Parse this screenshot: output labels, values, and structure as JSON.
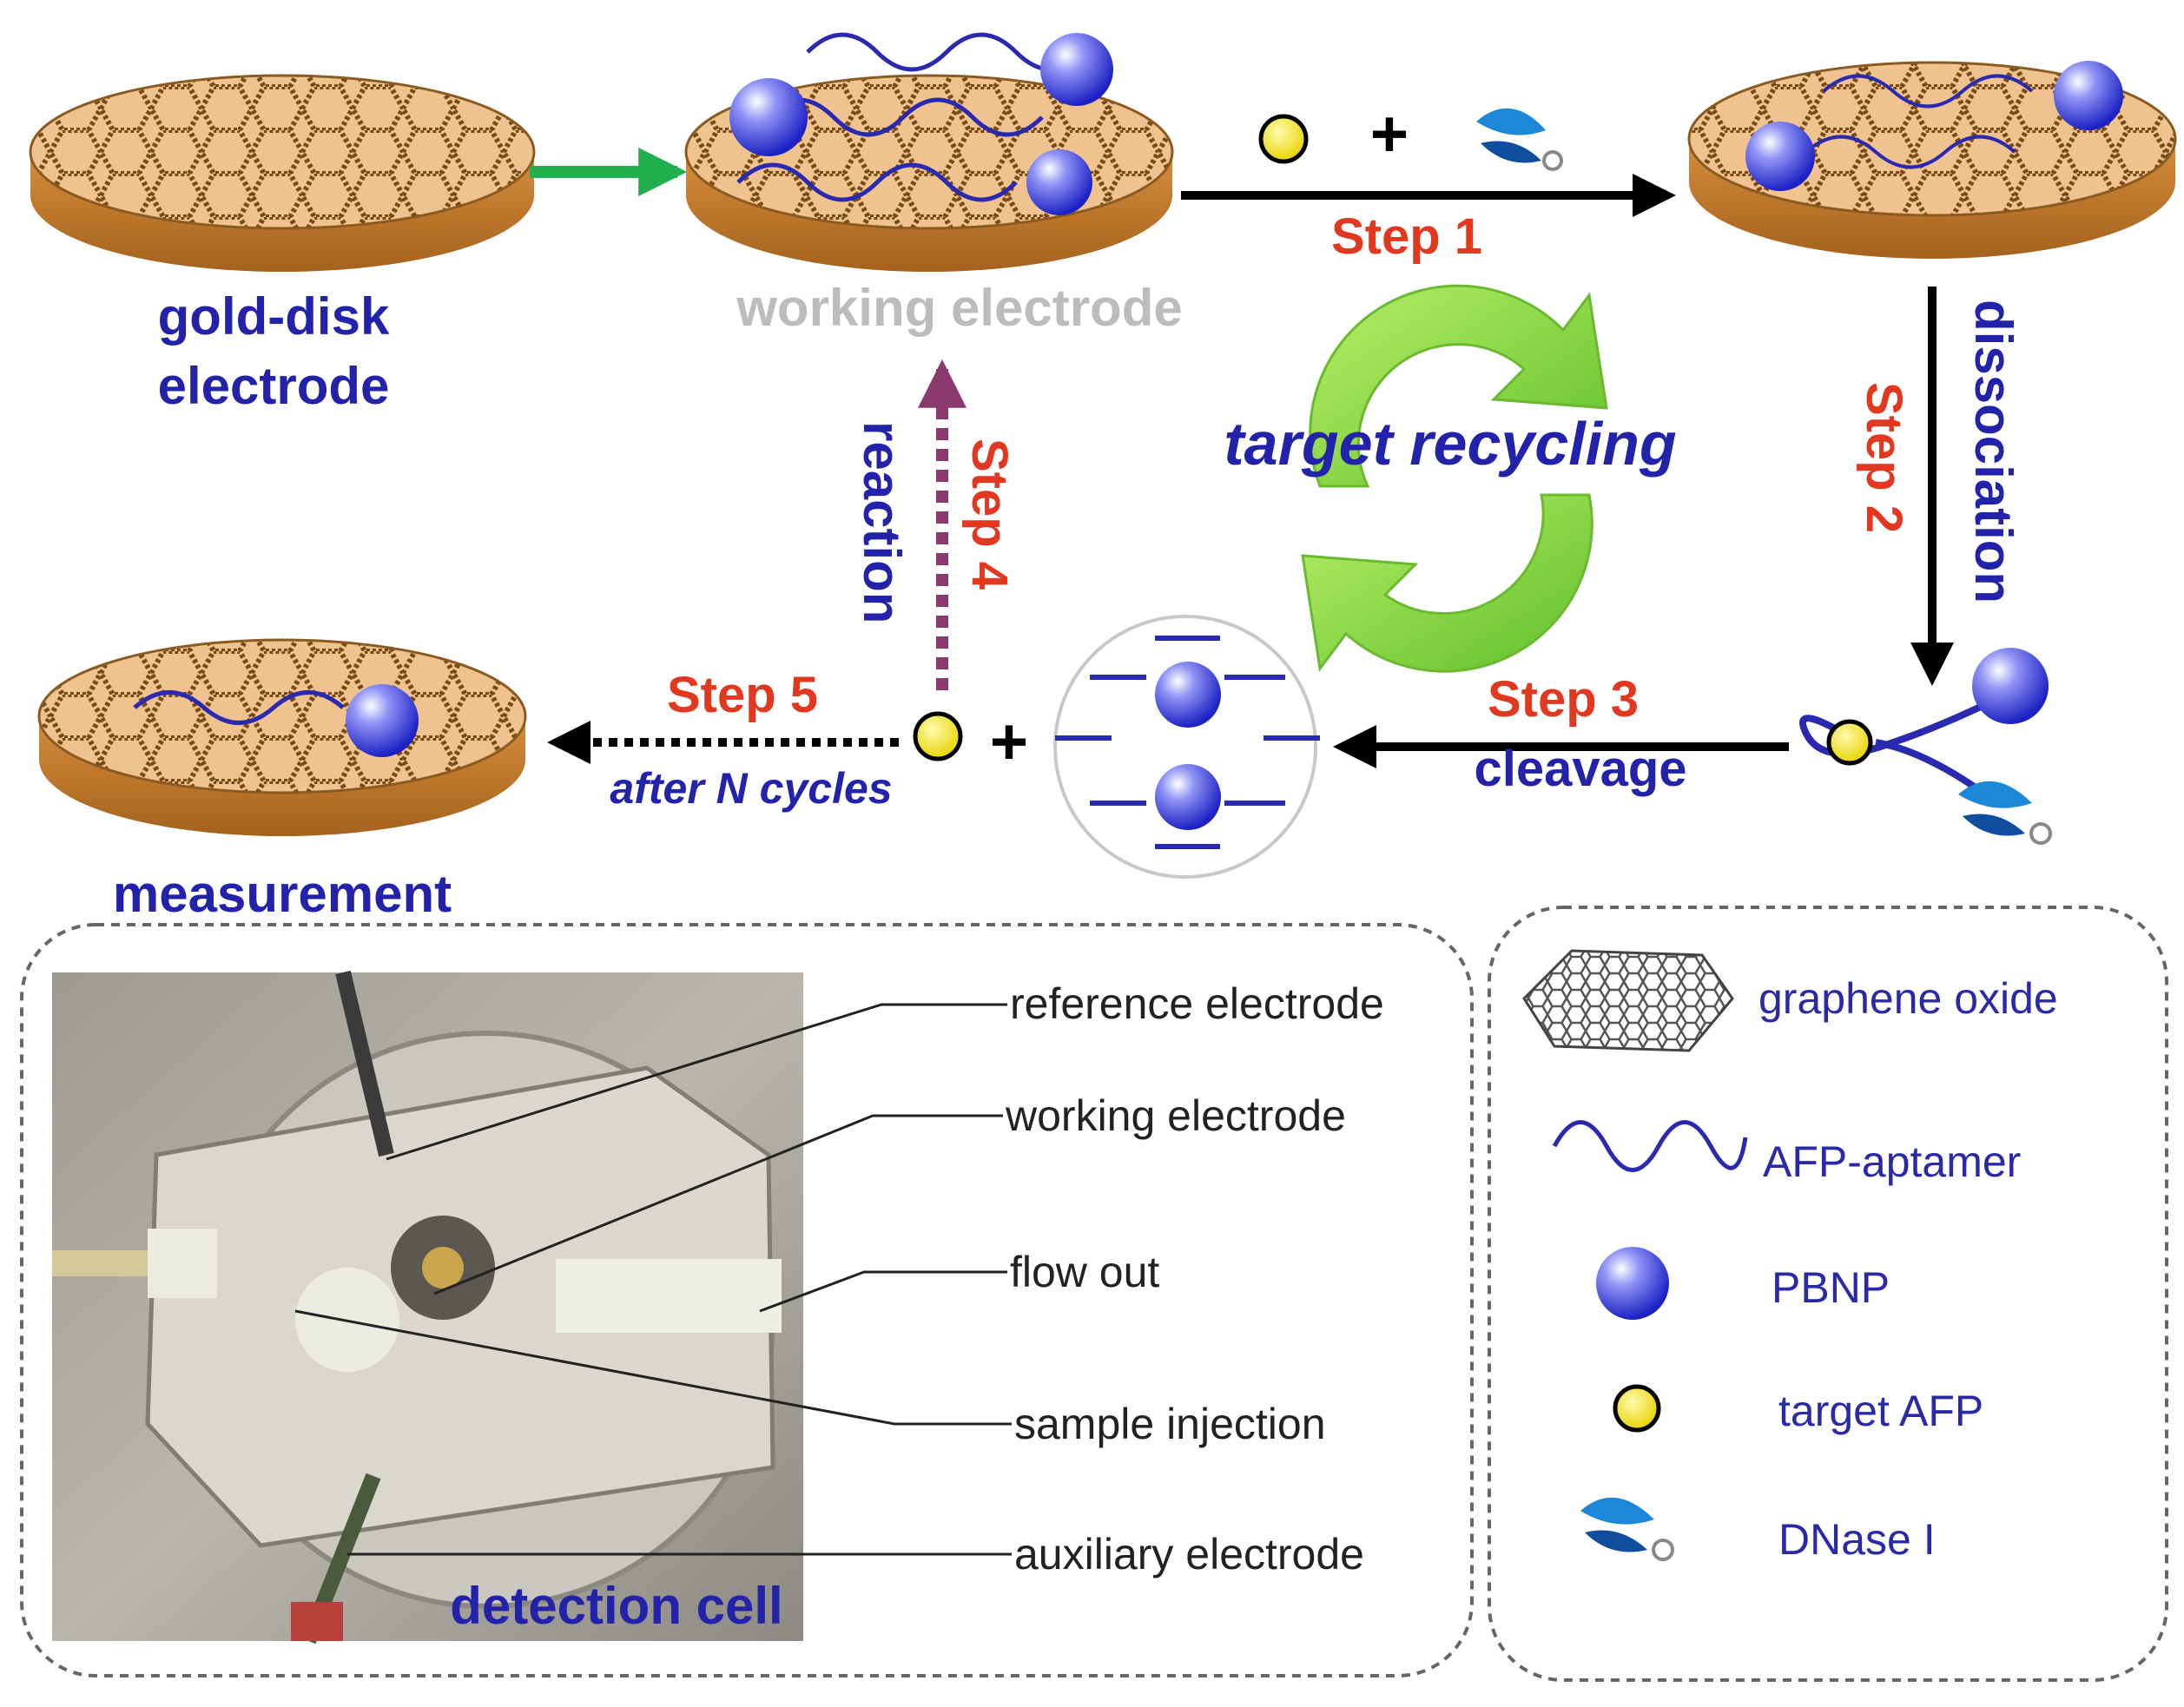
{
  "labels": {
    "gold_disk_line1": "gold-disk",
    "gold_disk_line2": "electrode",
    "working_electrode": "working electrode",
    "step1": "Step 1",
    "step2": "Step 2",
    "dissociation": "dissociation",
    "target_recycling": "target recycling",
    "step3": "Step 3",
    "cleavage": "cleavage",
    "step4": "Step 4",
    "reaction": "reaction",
    "step5": "Step 5",
    "after_n_cycles": "after N cycles",
    "measurement": "measurement",
    "plus": "+"
  },
  "photo": {
    "callouts": [
      "reference electrode",
      "working electrode",
      "flow out",
      "sample injection",
      "auxiliary electrode"
    ],
    "caption": "detection cell"
  },
  "legend": [
    {
      "icon": "graphene-oxide-icon",
      "label": "graphene  oxide"
    },
    {
      "icon": "aptamer-wave-icon",
      "label": "AFP-aptamer"
    },
    {
      "icon": "pbnp-sphere-icon",
      "label": "PBNP"
    },
    {
      "icon": "target-afp-icon",
      "label": "target AFP"
    },
    {
      "icon": "dnase-scissors-icon",
      "label": "DNase I"
    }
  ],
  "colors": {
    "label_blue": "#2222aa",
    "step_red": "#e2381f",
    "arrow_green": "#22b04c",
    "step4_purple": "#8a3a6e",
    "disk_top": "#e4b07a",
    "disk_side": "#c07a2a",
    "pbnp_blue": "#3b3fe0",
    "afp_yellow": "#f2e21a"
  }
}
